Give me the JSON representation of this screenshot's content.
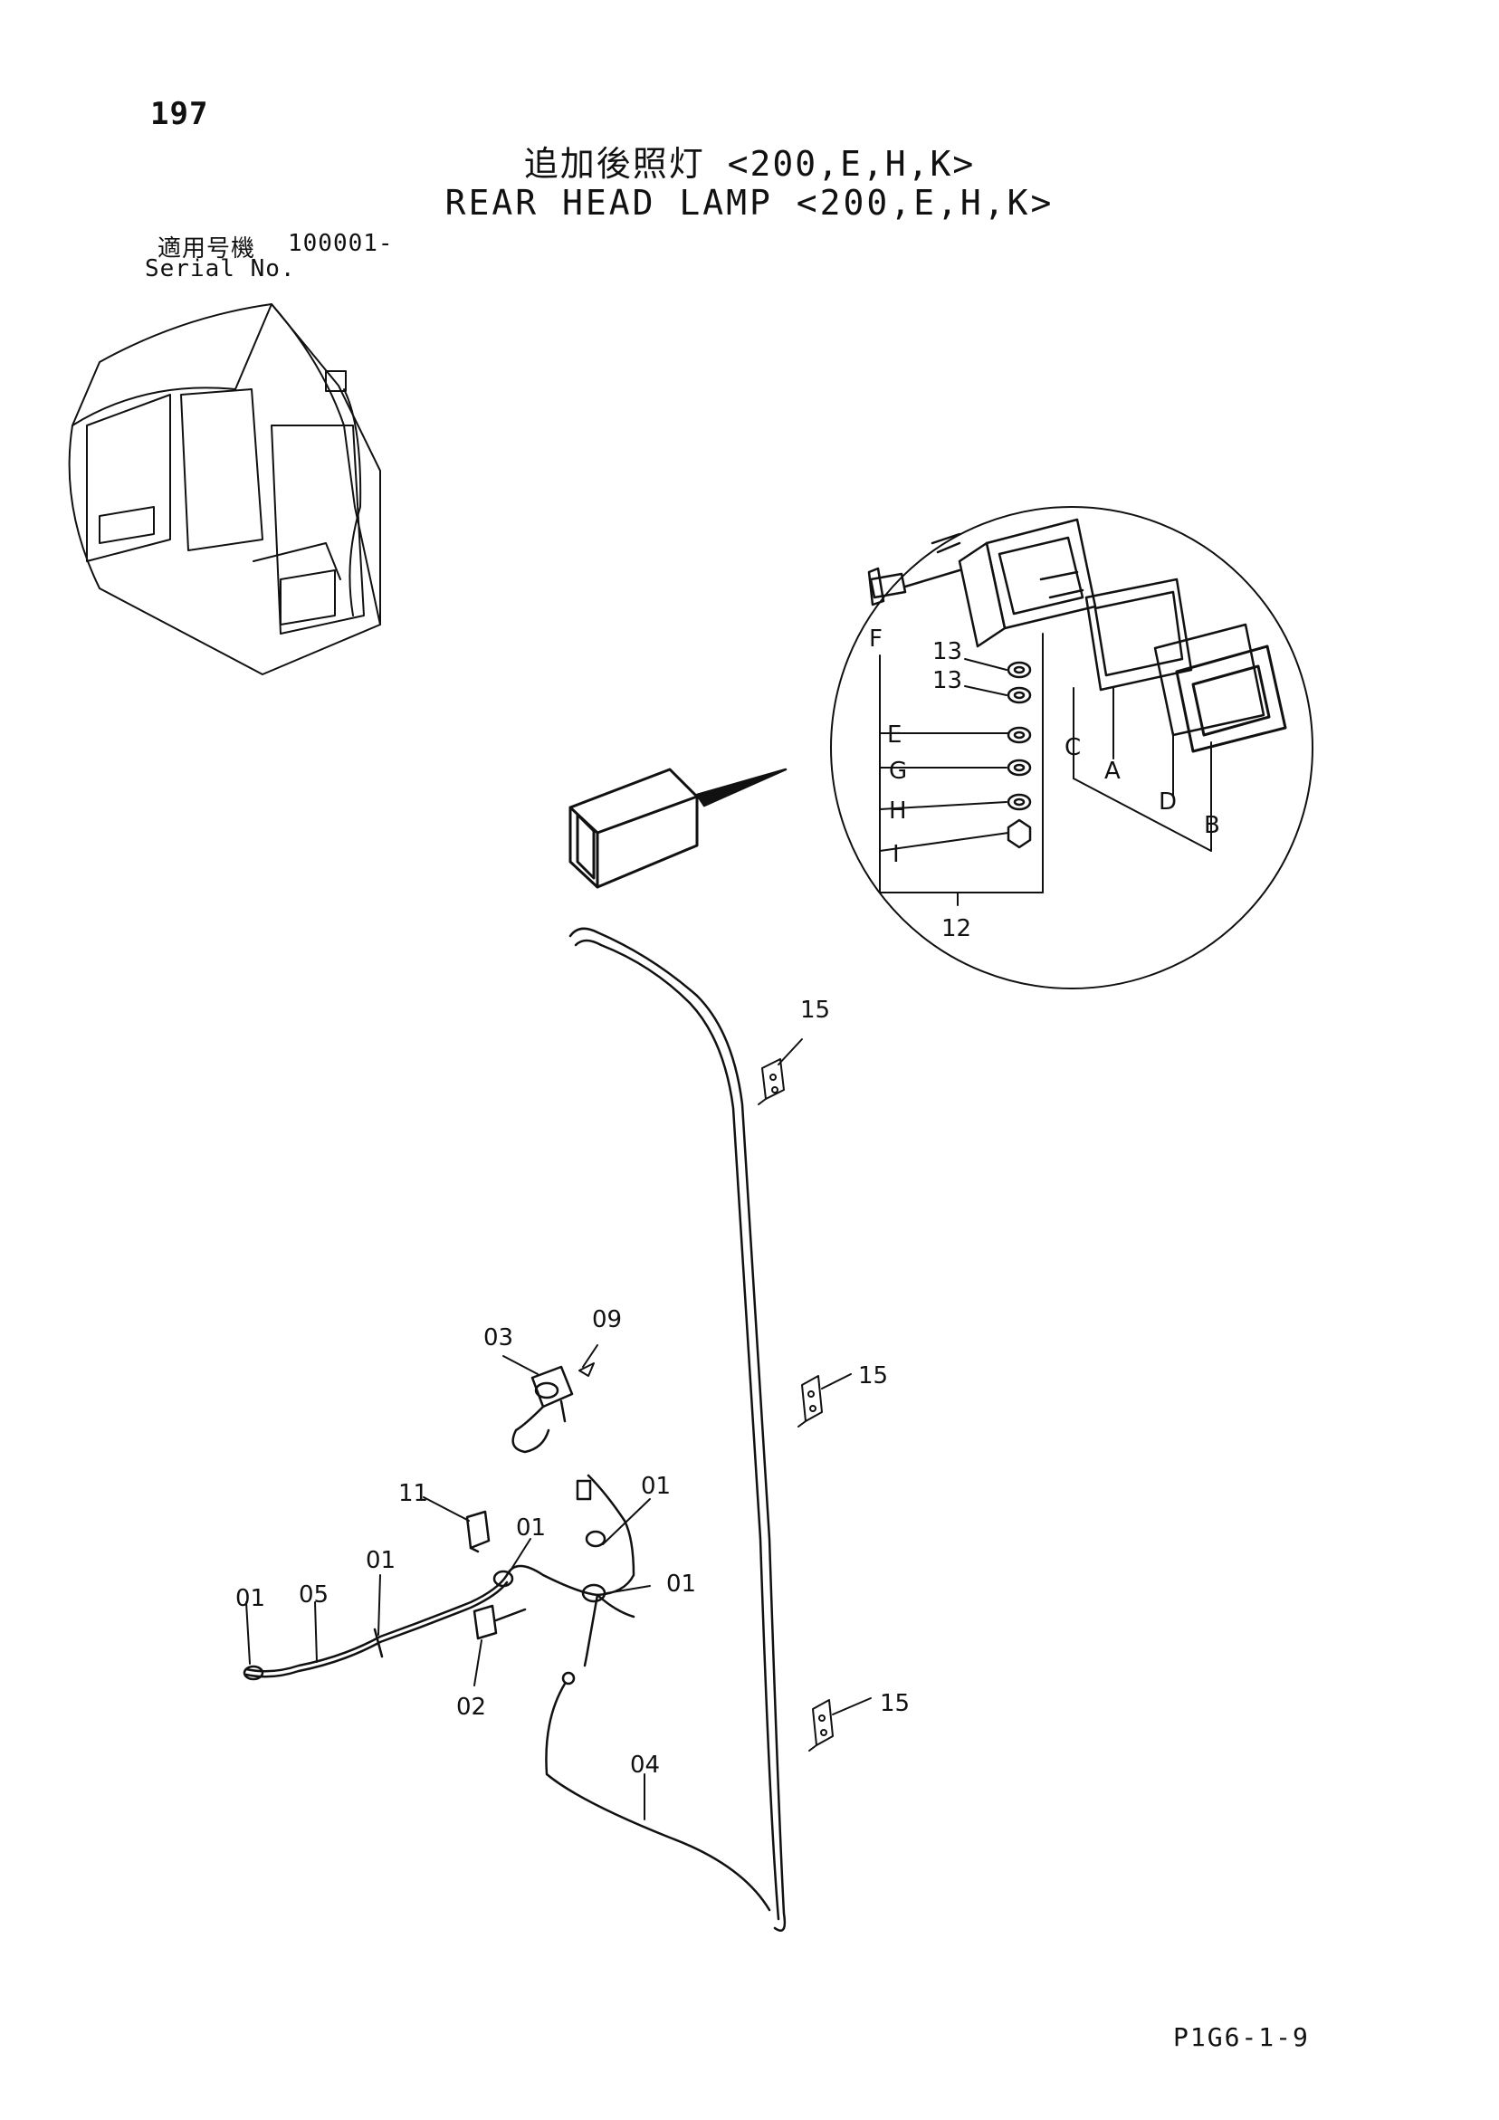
{
  "page": {
    "number": "197",
    "footer_code": "P1G6-1-9"
  },
  "title": {
    "japanese": "追加後照灯 <200,E,H,K>",
    "english": "REAR HEAD LAMP <200,E,H,K>"
  },
  "serial": {
    "label_jp": "適用号機",
    "value": "100001-",
    "label_en": "Serial No."
  },
  "callouts": {
    "p13a": "13",
    "p13b": "13",
    "pF": "F",
    "pE": "E",
    "pG": "G",
    "pH": "H",
    "pI": "I",
    "pC": "C",
    "pA": "A",
    "pD": "D",
    "pB": "B",
    "p12": "12",
    "p15a": "15",
    "p15b": "15",
    "p15c": "15",
    "p03": "03",
    "p09": "09",
    "p11": "11",
    "p01a": "01",
    "p01b": "01",
    "p01c": "01",
    "p01d": "01",
    "p01e": "01",
    "p05": "05",
    "p02": "02",
    "p04": "04"
  }
}
